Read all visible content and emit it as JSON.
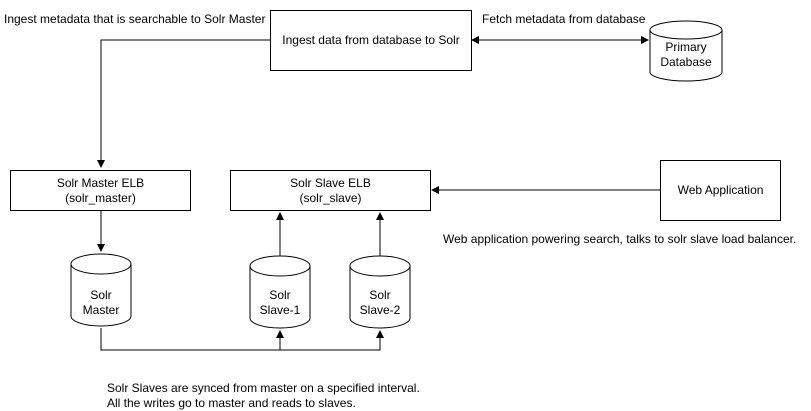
{
  "nodes": {
    "ingest": {
      "line1": "Ingest data from database to Solr"
    },
    "master_elb": {
      "line1": "Solr Master ELB",
      "line2": "(solr_master)"
    },
    "slave_elb": {
      "line1": "Solr Slave ELB",
      "line2": "(solr_slave)"
    },
    "web_app": {
      "line1": "Web Application"
    },
    "primary_db": {
      "line1": "Primary",
      "line2": "Database"
    },
    "solr_master": {
      "line1": "Solr",
      "line2": "Master"
    },
    "solr_slave1": {
      "line1": "Solr",
      "line2": "Slave-1"
    },
    "solr_slave2": {
      "line1": "Solr",
      "line2": "Slave-2"
    }
  },
  "annotations": {
    "ingest_note": "Ingest metadata that is searchable to Solr Master",
    "fetch_note": "Fetch metadata from database",
    "web_note": "Web application powering search, talks to solr slave load balancer.",
    "sync_note_line1": "Solr Slaves are synced from master on a specified interval.",
    "sync_note_line2": "All the writes go to master and reads to slaves."
  }
}
